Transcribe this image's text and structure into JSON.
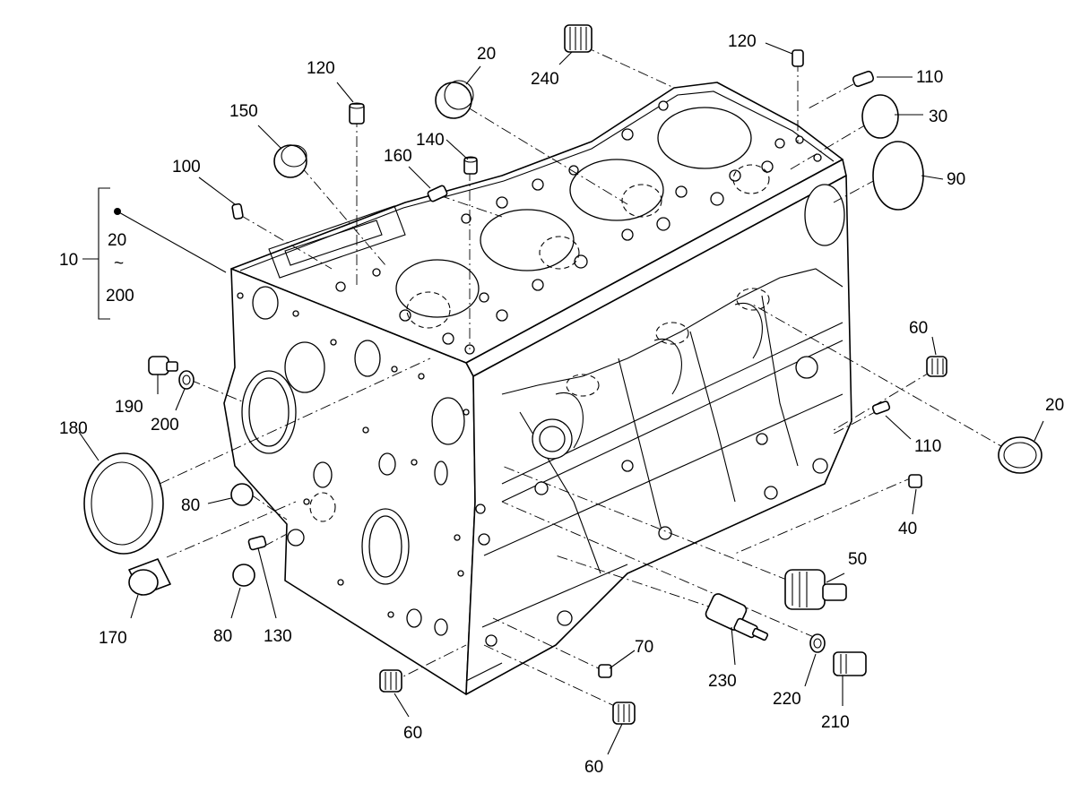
{
  "callouts": {
    "c10": "10",
    "c10_from": "20",
    "c10_tilde": "~",
    "c10_to": "200",
    "c20_top": "20",
    "c20_right": "20",
    "c30": "30",
    "c40": "40",
    "c50": "50",
    "c60_topright": "60",
    "c60_bottomleft": "60",
    "c60_bottom": "60",
    "c70": "70",
    "c80_upper": "80",
    "c80_lower": "80",
    "c90": "90",
    "c100": "100",
    "c110_top": "110",
    "c110_mid": "110",
    "c120_left": "120",
    "c120_right": "120",
    "c130": "130",
    "c140": "140",
    "c150": "150",
    "c160": "160",
    "c170": "170",
    "c180": "180",
    "c190": "190",
    "c200": "200",
    "c210": "210",
    "c220": "220",
    "c230": "230",
    "c240": "240"
  }
}
